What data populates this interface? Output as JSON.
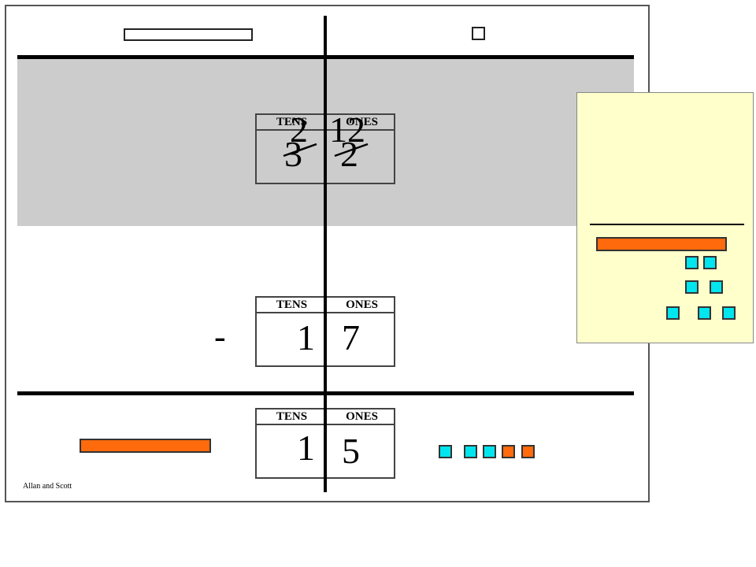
{
  "place_value": {
    "tens_header": "TENS",
    "ones_header": "ONES"
  },
  "top_number": {
    "tens_digit": "3",
    "ones_digit": "2",
    "tens_regroup": "2",
    "ones_regroup": "12"
  },
  "subtrahend": {
    "operator": "-",
    "tens_digit": "1",
    "ones_digit": "7"
  },
  "result": {
    "tens_digit": "1",
    "ones_digit": "5"
  },
  "footer": {
    "credit": "Allan and Scott"
  },
  "colors": {
    "shade": "#cccccc",
    "ten_rod": "#ff6a0d",
    "unit_cube": "#00e5ee",
    "note_background": "#ffffcc"
  },
  "blocks": {
    "result_tens_rods": 1,
    "result_unit_cubes": [
      "cyan",
      "cyan",
      "cyan",
      "orange",
      "orange"
    ],
    "note_tens_rods": 1,
    "note_unit_cubes": 7
  }
}
